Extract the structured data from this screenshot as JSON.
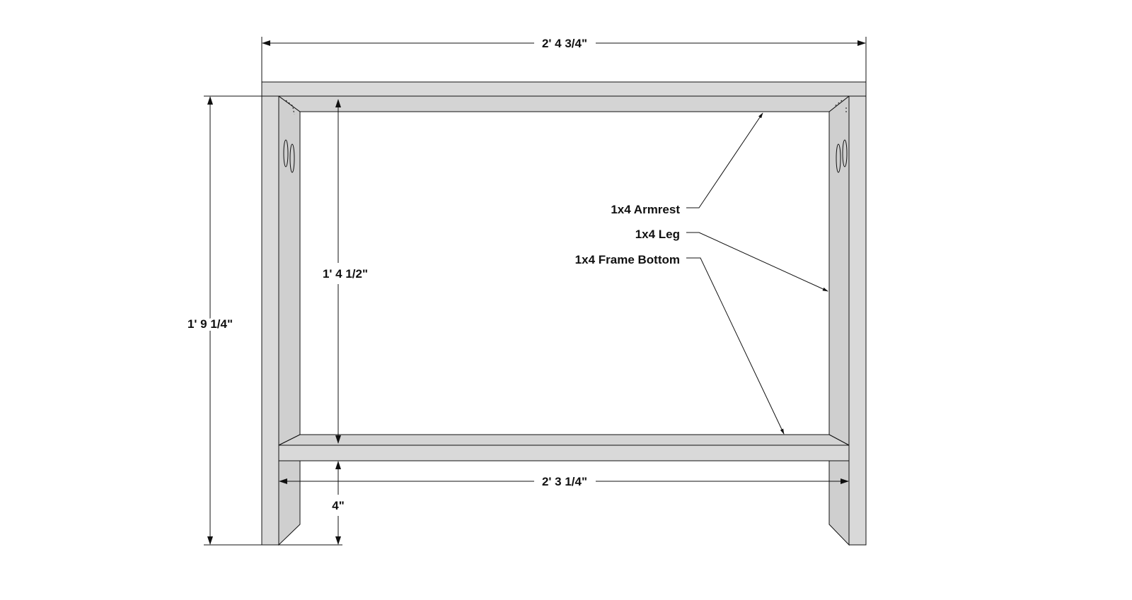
{
  "dimensions": {
    "overall_width": "2' 4 3/4\"",
    "overall_height": "1' 9 1/4\"",
    "inner_height": "1' 4 1/2\"",
    "inner_width": "2' 3 1/4\"",
    "leg_clearance": "4\""
  },
  "callouts": {
    "armrest": "1x4 Armrest",
    "leg": "1x4 Leg",
    "frame_bottom": "1x4 Frame Bottom"
  },
  "colors": {
    "wood_face": "#d9d9d9",
    "wood_edge": "#c4c4c4",
    "line": "#111111",
    "background": "#ffffff"
  }
}
